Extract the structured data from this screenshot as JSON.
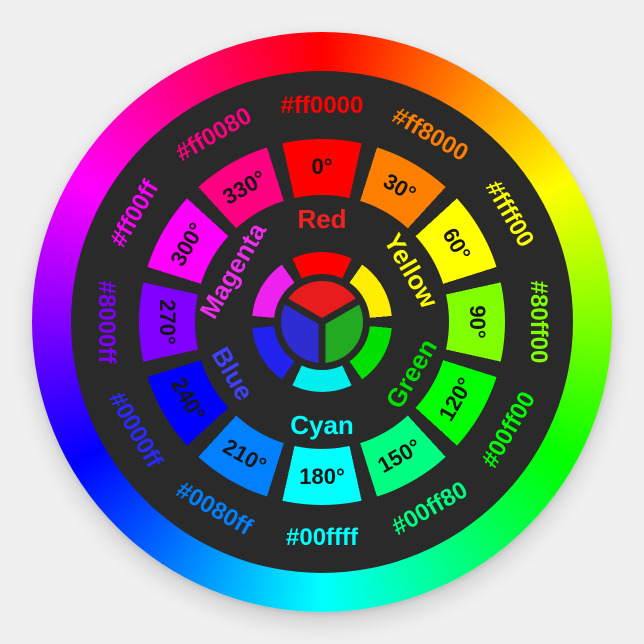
{
  "sticker": {
    "background": "#f0f0f0",
    "disc_color": "#2a2a2a",
    "degree_text_color": "#161616",
    "rim_gradient": [
      "#ff0000",
      "#ff8000",
      "#ffff00",
      "#80ff00",
      "#00ff00",
      "#00ff80",
      "#00ffff",
      "#0080ff",
      "#0000ff",
      "#8000ff",
      "#ff00ff",
      "#ff0080",
      "#ff0000"
    ]
  },
  "hex_ring": [
    {
      "angle": 0,
      "label": "#ff0000",
      "color": "#ff0000"
    },
    {
      "angle": 30,
      "label": "#ff8000",
      "color": "#ff8000"
    },
    {
      "angle": 60,
      "label": "#ffff00",
      "color": "#ffff00"
    },
    {
      "angle": 90,
      "label": "#80ff00",
      "color": "#80ff00"
    },
    {
      "angle": 120,
      "label": "#00ff00",
      "color": "#00ff00"
    },
    {
      "angle": 150,
      "label": "#00ff80",
      "color": "#00ff80"
    },
    {
      "angle": 180,
      "label": "#00ffff",
      "color": "#00ffff"
    },
    {
      "angle": 210,
      "label": "#0080ff",
      "color": "#0080ff"
    },
    {
      "angle": 240,
      "label": "#0000ff",
      "color": "#2a2aff"
    },
    {
      "angle": 270,
      "label": "#8000ff",
      "color": "#8000ff"
    },
    {
      "angle": 300,
      "label": "#ff00ff",
      "color": "#ff00ff"
    },
    {
      "angle": 330,
      "label": "#ff0080",
      "color": "#ff0080"
    }
  ],
  "degree_ring": [
    {
      "angle": 0,
      "label": "0°",
      "color": "#ff0000"
    },
    {
      "angle": 30,
      "label": "30°",
      "color": "#ff8000"
    },
    {
      "angle": 60,
      "label": "60°",
      "color": "#ffff00"
    },
    {
      "angle": 90,
      "label": "90°",
      "color": "#80ff00"
    },
    {
      "angle": 120,
      "label": "120°",
      "color": "#00ff00"
    },
    {
      "angle": 150,
      "label": "150°",
      "color": "#00ff80"
    },
    {
      "angle": 180,
      "label": "180°",
      "color": "#00ffff"
    },
    {
      "angle": 210,
      "label": "210°",
      "color": "#0080ff"
    },
    {
      "angle": 240,
      "label": "240°",
      "color": "#0000ff"
    },
    {
      "angle": 270,
      "label": "270°",
      "color": "#8000ff"
    },
    {
      "angle": 300,
      "label": "300°",
      "color": "#ff00ff"
    },
    {
      "angle": 330,
      "label": "330°",
      "color": "#ff0080"
    }
  ],
  "names": [
    {
      "angle": 0,
      "label": "Red",
      "color": "#f32222"
    },
    {
      "angle": 60,
      "label": "Yellow",
      "color": "#ffff00"
    },
    {
      "angle": 120,
      "label": "Green",
      "color": "#00e000"
    },
    {
      "angle": 180,
      "label": "Cyan",
      "color": "#00ffff"
    },
    {
      "angle": 240,
      "label": "Blue",
      "color": "#4040ff"
    },
    {
      "angle": 300,
      "label": "Magenta",
      "color": "#ee2dee"
    }
  ],
  "hub": {
    "segments": [
      {
        "name": "red",
        "color": "#ff0000"
      },
      {
        "name": "yellow",
        "color": "#ffee00"
      },
      {
        "name": "green",
        "color": "#00e000"
      },
      {
        "name": "cyan",
        "color": "#00eeee"
      },
      {
        "name": "blue",
        "color": "#2222ee"
      },
      {
        "name": "magenta",
        "color": "#ee22ee"
      }
    ],
    "triad": [
      {
        "name": "red",
        "color": "#e81c1c"
      },
      {
        "name": "green",
        "color": "#22aa22"
      },
      {
        "name": "blue",
        "color": "#2d2dd2"
      }
    ]
  }
}
